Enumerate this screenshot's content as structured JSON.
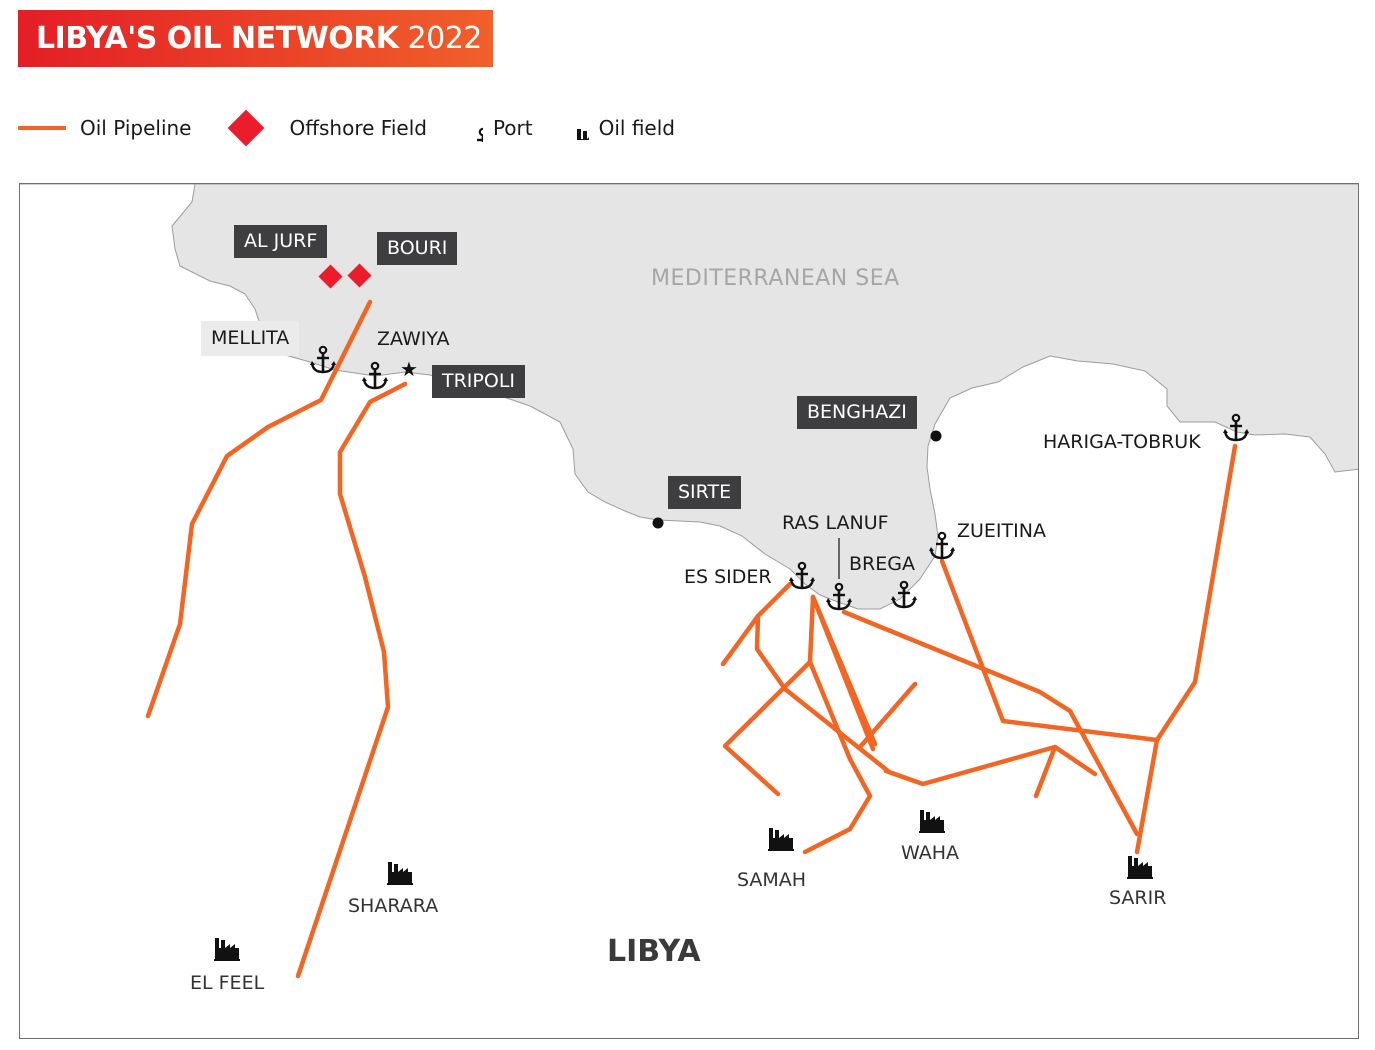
{
  "header": {
    "title_bold": "LIBYA'S OIL NETWORK",
    "title_year": "2022"
  },
  "colors": {
    "pipeline": "#f26522",
    "offshore_field": "#ec1c2d",
    "sea": "#e5e5e6",
    "label_dark_bg": "#3e3e40"
  },
  "legend": {
    "pipeline": "Oil Pipeline",
    "offshore": "Offshore Field",
    "port": "Port",
    "oil_field": "Oil field"
  },
  "icons": {
    "pipeline": "orange-line",
    "offshore": "red-diamond",
    "port": "anchor-icon",
    "oil_field": "factory-icon",
    "city": "black-dot",
    "capital": "star-icon"
  },
  "map": {
    "sea_name": "MEDITERRANEAN SEA",
    "country": "LIBYA",
    "offshore_fields": {
      "al_jurf": "AL JURF",
      "bouri": "BOURI"
    },
    "cities": {
      "tripoli": "TRIPOLI",
      "benghazi": "BENGHAZI",
      "sirte": "SIRTE"
    },
    "ports": {
      "mellita": "MELLITA",
      "zawiya": "ZAWIYA",
      "hariga_tobruk": "HARIGA-TOBRUK",
      "ras_lanuf": "RAS LANUF",
      "zueitina": "ZUEITINA",
      "es_sider": "ES SIDER",
      "brega": "BREGA"
    },
    "oil_fields": {
      "samah": "SAMAH",
      "waha": "WAHA",
      "sarir": "SARIR",
      "sharara": "SHARARA",
      "el_feel": "EL FEEL"
    }
  }
}
